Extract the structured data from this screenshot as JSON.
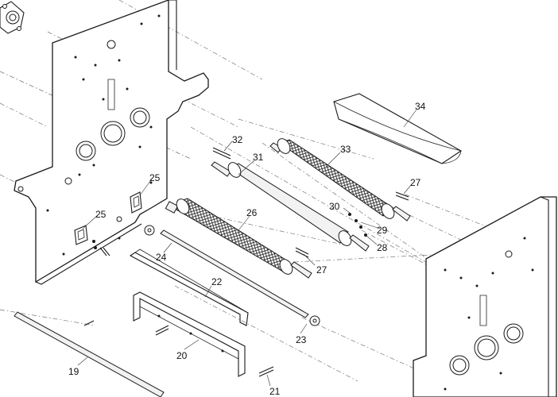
{
  "callouts": {
    "c19": "19",
    "c20": "20",
    "c21": "21",
    "c22": "22",
    "c23": "23",
    "c24": "24",
    "c25a": "25",
    "c25b": "25",
    "c26": "26",
    "c27a": "27",
    "c27b": "27",
    "c28": "28",
    "c29": "29",
    "c30": "30",
    "c31": "31",
    "c32": "32",
    "c33": "33",
    "c34": "34"
  },
  "colors": {
    "line": "#1a1a1a",
    "background": "#ffffff",
    "centerline": "#777777"
  }
}
